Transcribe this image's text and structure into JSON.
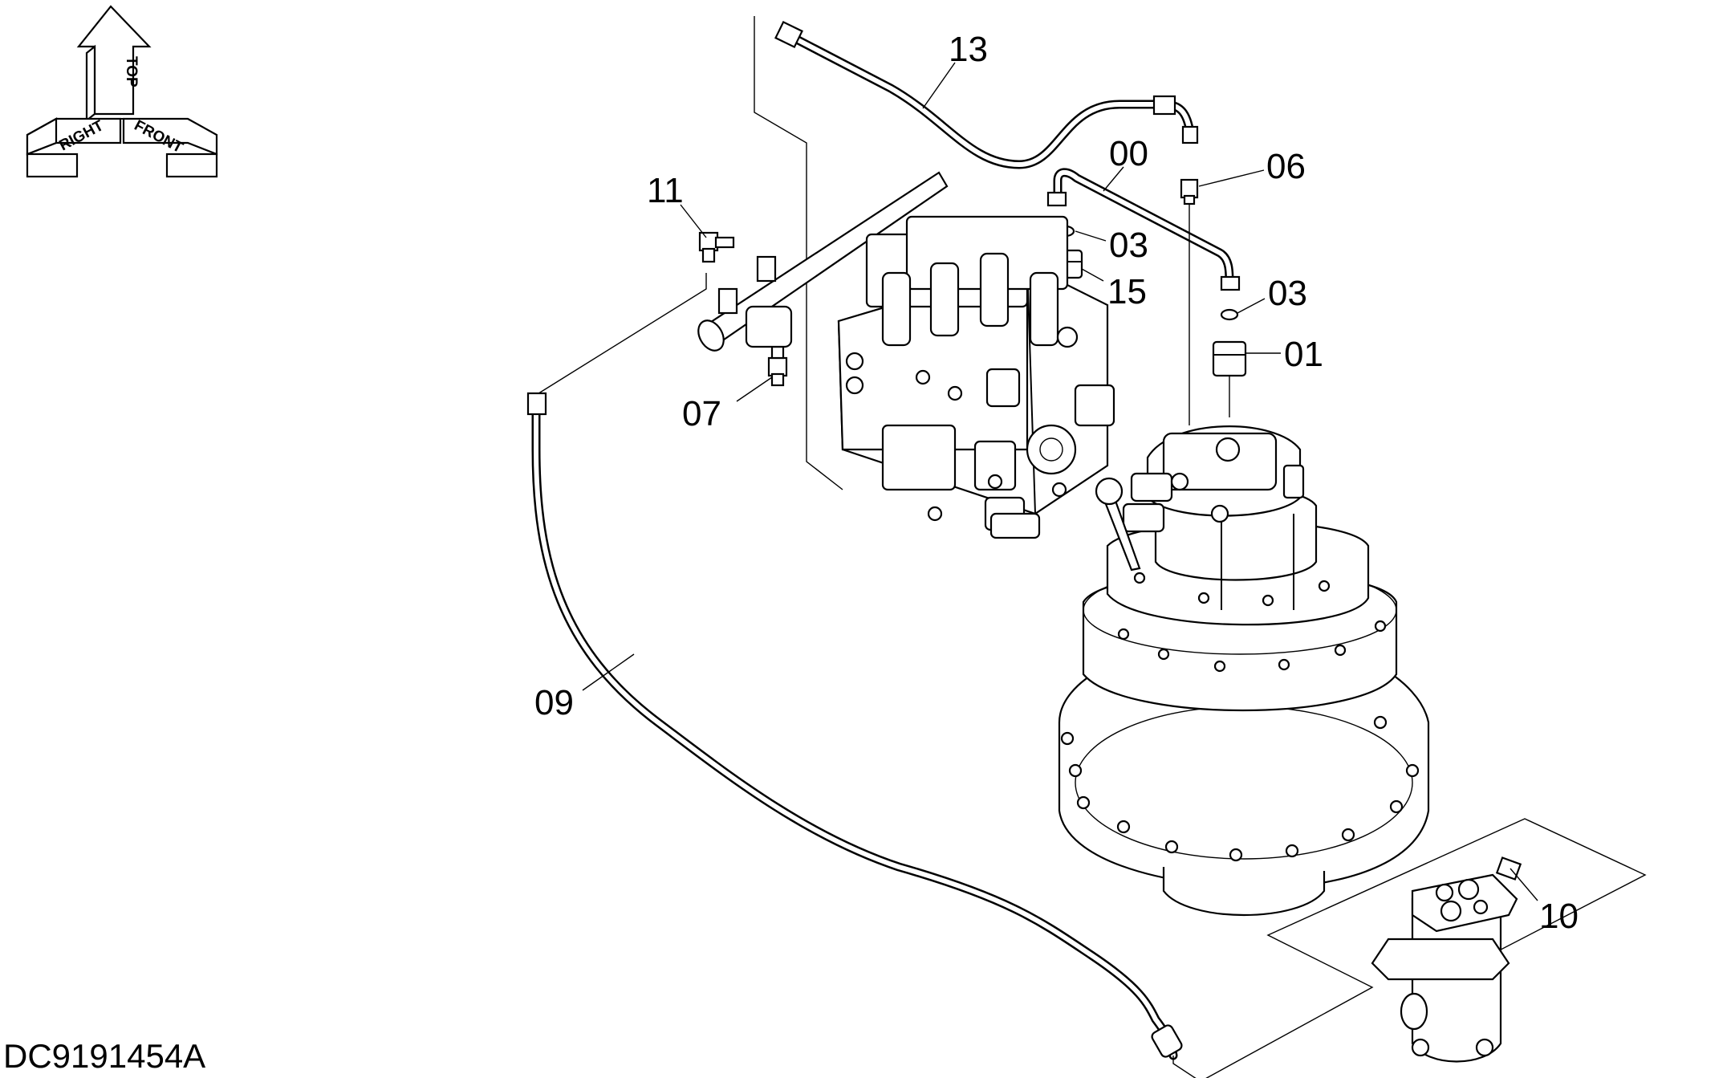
{
  "drawing_id": "DC9191454A",
  "orientation": {
    "top": "TOP",
    "right": "RIGHT",
    "front": "FRONT"
  },
  "callouts": [
    {
      "id": "13",
      "label": "13"
    },
    {
      "id": "00",
      "label": "00"
    },
    {
      "id": "06",
      "label": "06"
    },
    {
      "id": "11",
      "label": "11"
    },
    {
      "id": "03a",
      "label": "03"
    },
    {
      "id": "15",
      "label": "15"
    },
    {
      "id": "03b",
      "label": "03"
    },
    {
      "id": "01",
      "label": "01"
    },
    {
      "id": "07",
      "label": "07"
    },
    {
      "id": "09",
      "label": "09"
    },
    {
      "id": "10",
      "label": "10"
    }
  ]
}
